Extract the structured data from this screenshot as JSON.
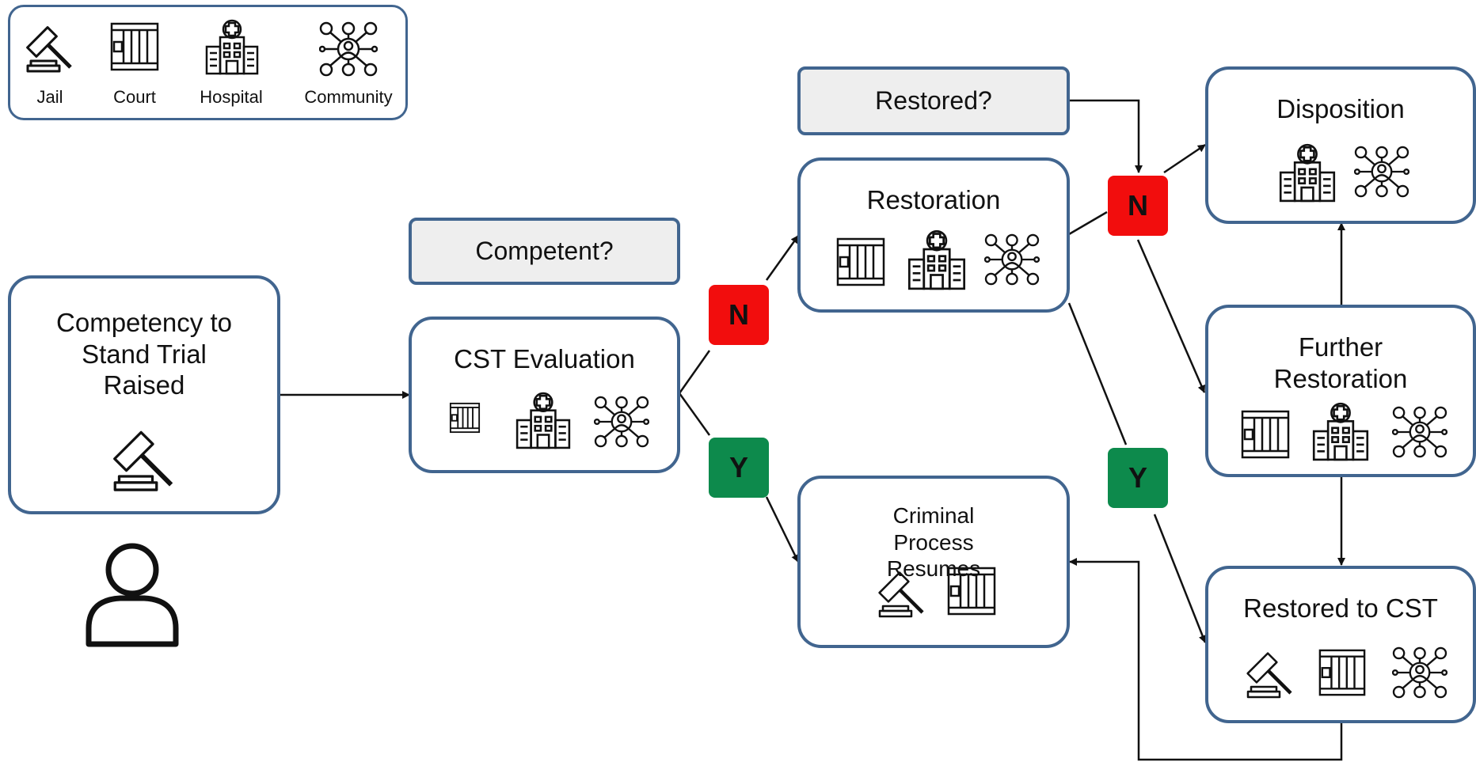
{
  "legend": {
    "jail": "Jail",
    "court": "Court",
    "hospital": "Hospital",
    "community": "Community"
  },
  "nodes": {
    "cst_raised": "Competency to Stand Trial Raised",
    "cst_eval": "CST Evaluation",
    "restoration": "Restoration",
    "criminal_process": "Criminal Process Resumes",
    "disposition": "Disposition",
    "further_restoration": "Further Restoration",
    "restored": "Restored to CST"
  },
  "questions": {
    "competent": "Competent?",
    "restored": "Restored?"
  },
  "badges": {
    "no": "N",
    "yes": "Y"
  },
  "colors": {
    "box_border": "#41658f",
    "question_fill": "#eeeeee",
    "no": "#f20d0d",
    "yes": "#0d8a4c"
  }
}
